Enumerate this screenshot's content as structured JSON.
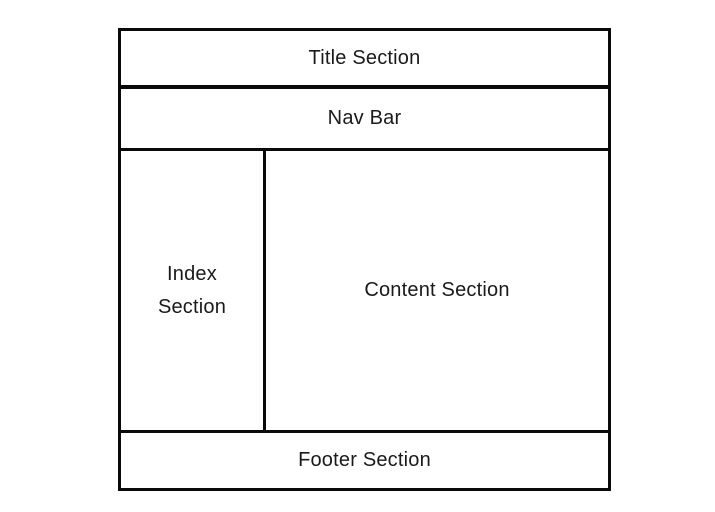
{
  "diagram": {
    "type": "webpage-layout-wireframe",
    "background_color": "#ffffff",
    "line_color": "#0a0a0a",
    "text_color": "#1a1a1a",
    "sections": {
      "title": "Title Section",
      "nav": "Nav Bar",
      "index": "Index Section",
      "content": "Content Section",
      "footer": "Footer Section"
    }
  }
}
